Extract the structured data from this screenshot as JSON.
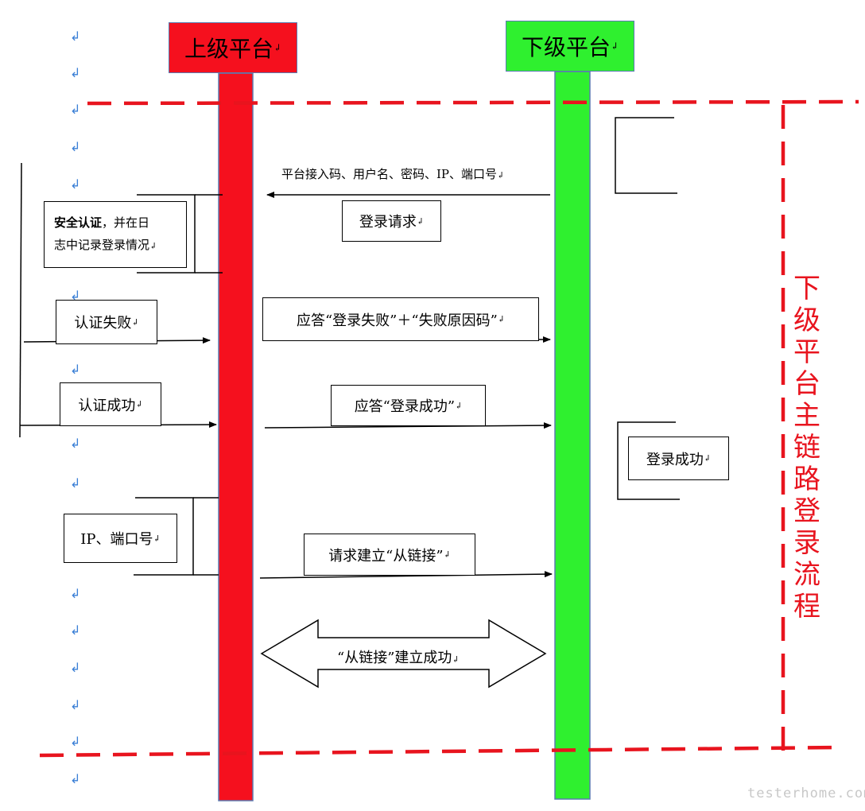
{
  "lanes": {
    "upper_title": "上级平台",
    "lower_title": "下级平台",
    "upper_color": "#f5101e",
    "lower_color": "#2ff02f"
  },
  "side_title": "下级平台主链路登录流程",
  "messages": {
    "login_params": "平台接入码、用户名、密码、IP、端口号",
    "login_request": "登录请求",
    "auth_note_bold": "安全认证",
    "auth_note_rest_line1": "，并在日",
    "auth_note_line2": "志中记录登录情况",
    "auth_fail": "认证失败",
    "reply_fail": "应答“登录失败”＋“失败原因码”",
    "auth_success": "认证成功",
    "reply_success": "应答“登录成功”",
    "login_success": "登录成功",
    "ip_port": "IP、端口号",
    "request_sub_link": "请求建立“从链接”",
    "sub_link_established": "“从链接”建立成功"
  },
  "paragraph_mark": "↲",
  "watermark": "testerhome.com",
  "colors": {
    "dash": "#e8141e",
    "arrow": "#000000"
  }
}
